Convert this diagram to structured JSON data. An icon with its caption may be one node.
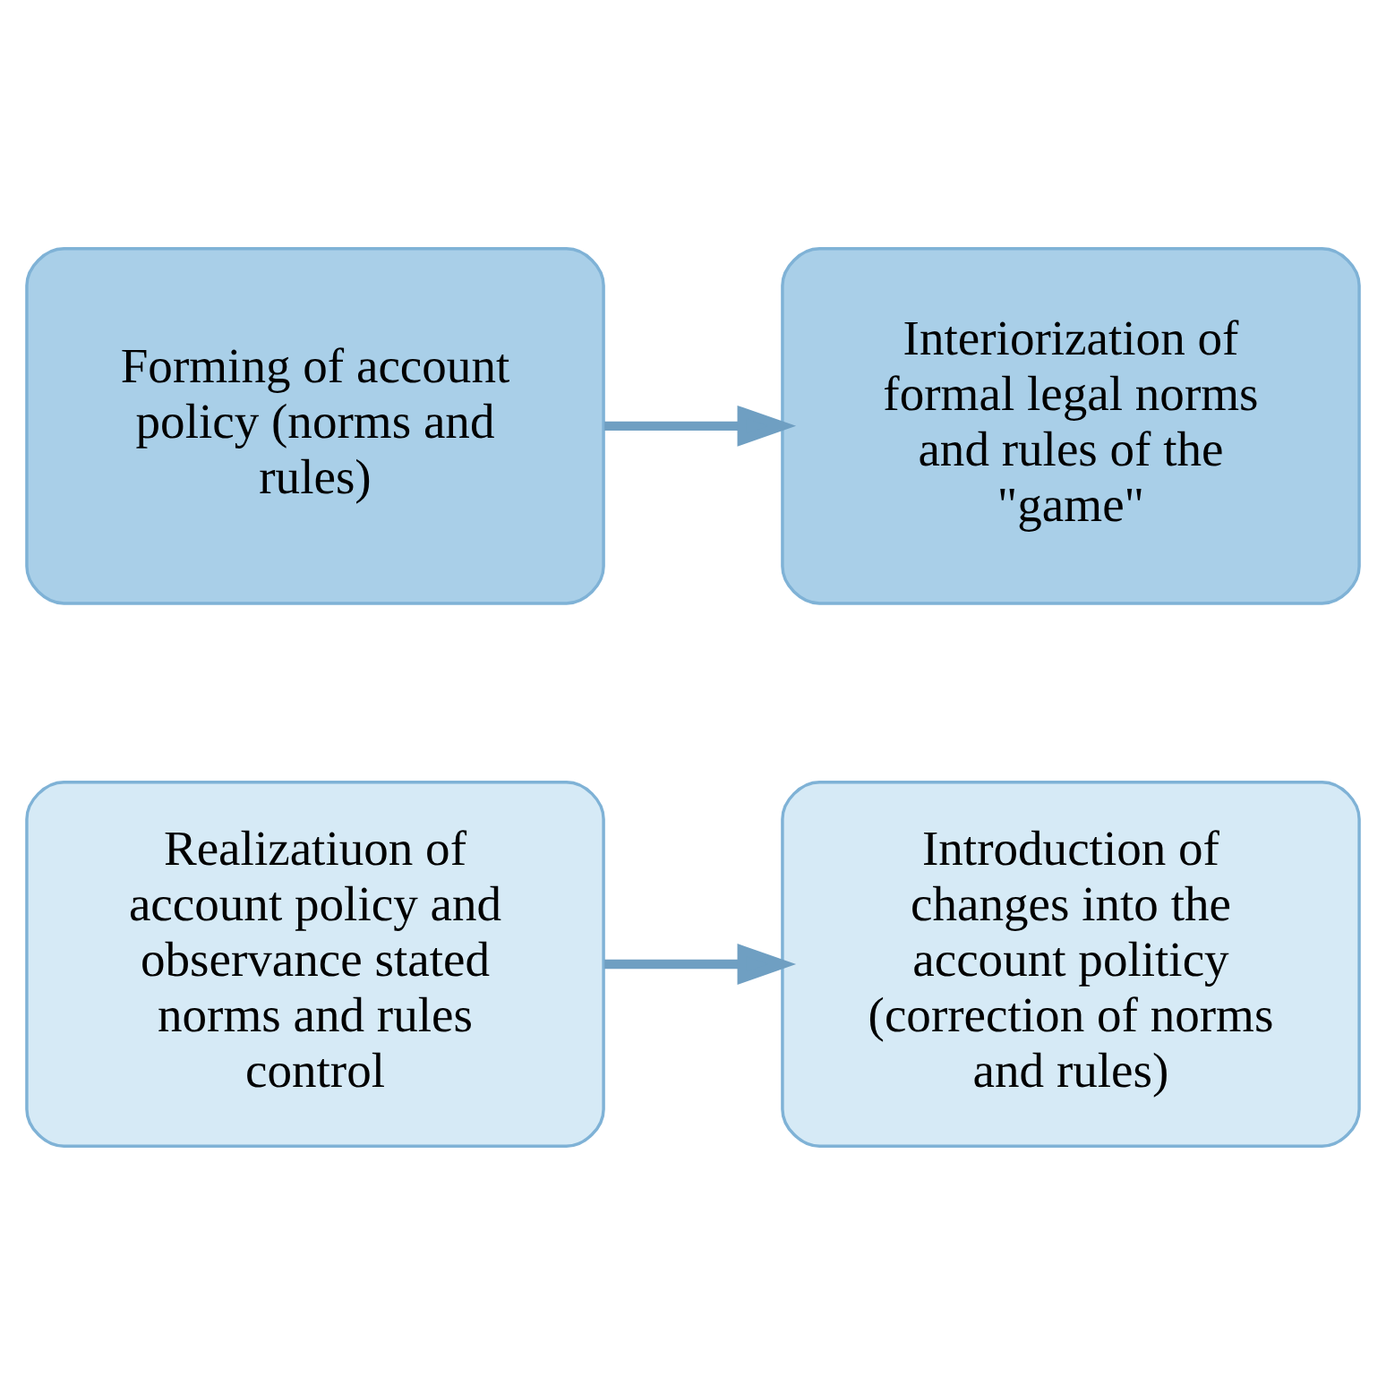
{
  "diagram": {
    "nodes": [
      {
        "text": [
          "Forming of account policy (norms and rules)"
        ]
      },
      {
        "text": [
          "Interiorization of formal legal norms and rules of the \"game\""
        ]
      },
      {
        "text": [
          "Introduction of changes into the account politicy (correction of norms and rules)"
        ]
      },
      {
        "text": [
          "Realizatiuon of account policy and observance stated norms and rules control"
        ]
      }
    ],
    "edges": [
      {
        "from": 0,
        "to": 1,
        "arrow": "to"
      },
      {
        "from": 3,
        "to": 2,
        "arrow": "to"
      }
    ]
  }
}
